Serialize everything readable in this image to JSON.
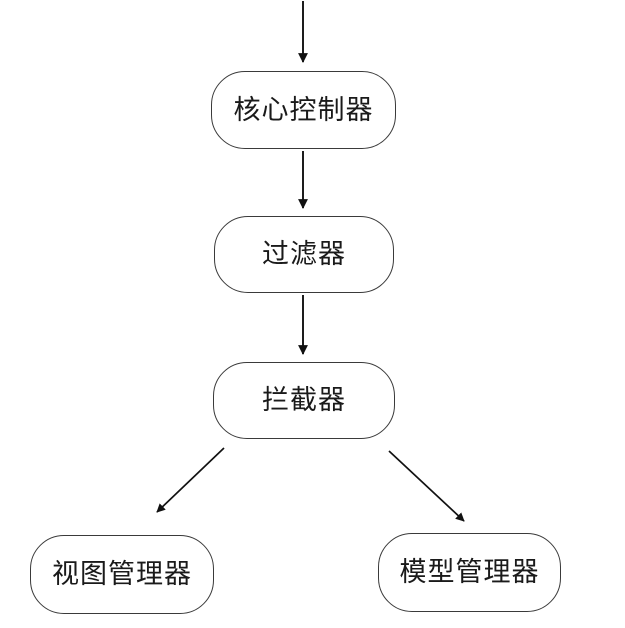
{
  "diagram": {
    "type": "flowchart",
    "orientation": "top-down-split",
    "background_color": "#ffffff",
    "node_border_color": "#3a3a3a",
    "edge_color": "#111111",
    "text_color": "#1a1a1a",
    "nodes": [
      {
        "id": "core",
        "label": "核心控制器",
        "shape": "rounded-rectangle"
      },
      {
        "id": "filter",
        "label": "过滤器",
        "shape": "rounded-rectangle"
      },
      {
        "id": "inter",
        "label": "拦截器",
        "shape": "rounded-rectangle"
      },
      {
        "id": "view",
        "label": "视图管理器",
        "shape": "rounded-rectangle"
      },
      {
        "id": "model",
        "label": "模型管理器",
        "shape": "rounded-rectangle"
      }
    ],
    "edges": [
      {
        "id": "e-entry",
        "from": "",
        "to": "core",
        "style": "solid",
        "arrow": "filled-triangle",
        "direction": "down"
      },
      {
        "id": "e-core-filter",
        "from": "core",
        "to": "filter",
        "style": "solid",
        "arrow": "filled-triangle",
        "direction": "down"
      },
      {
        "id": "e-filter-inter",
        "from": "filter",
        "to": "inter",
        "style": "solid",
        "arrow": "filled-triangle",
        "direction": "down"
      },
      {
        "id": "e-inter-view",
        "from": "inter",
        "to": "view",
        "style": "solid",
        "arrow": "filled-triangle",
        "direction": "down-left"
      },
      {
        "id": "e-inter-model",
        "from": "inter",
        "to": "model",
        "style": "solid",
        "arrow": "filled-triangle",
        "direction": "down-right"
      }
    ]
  }
}
